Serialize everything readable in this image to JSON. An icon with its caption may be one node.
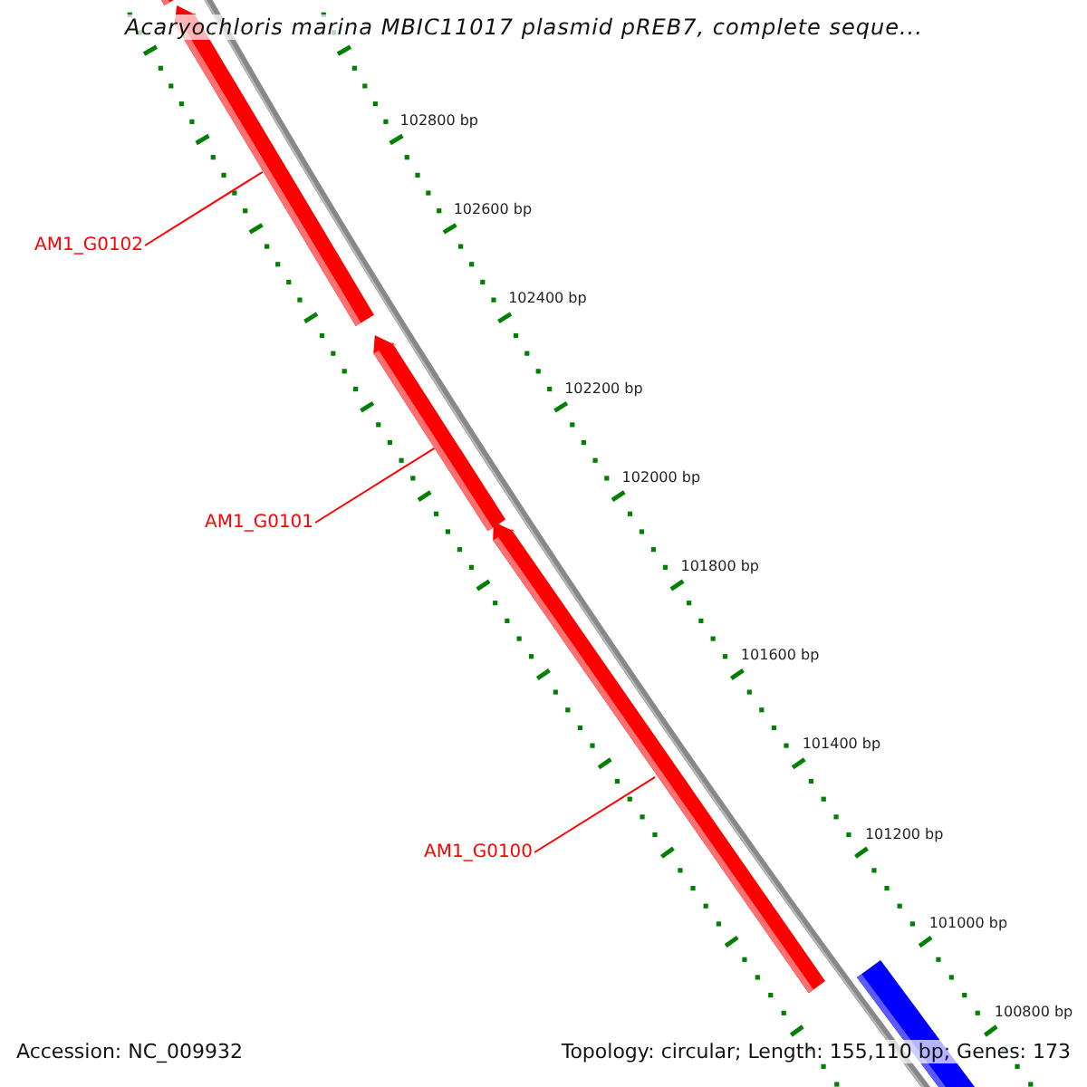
{
  "diagram": {
    "title": "Acaryochloris marina MBIC11017 plasmid pREB7, complete seque...",
    "nodes": [
      {
        "text": [],
        "shape": "bar"
      },
      {
        "text": [
          "AM1_G0102"
        ]
      },
      {
        "text": [],
        "shape": "arrow"
      },
      {
        "text": [
          "AM1_G0101"
        ]
      },
      {
        "text": [],
        "shape": "arrow"
      },
      {
        "text": [
          "AM1_G0100"
        ]
      },
      {
        "text": [],
        "shape": "arrow"
      },
      {
        "text": [],
        "shape": "bar"
      }
    ],
    "edges": [
      {
        "from": 1,
        "to": 2,
        "arrow": "none"
      },
      {
        "from": 3,
        "to": 4,
        "arrow": "none"
      },
      {
        "from": 5,
        "to": 6,
        "arrow": "none"
      }
    ],
    "labels": [
      "102800 bp",
      "102600 bp",
      "102400 bp",
      "102200 bp",
      "102000 bp",
      "101800 bp",
      "101600 bp",
      "101400 bp",
      "101200 bp",
      "101000 bp",
      "100800 bp",
      "Accession: NC_009932",
      "Topology: circular; Length: 155,110 bp; Genes: 173"
    ]
  }
}
